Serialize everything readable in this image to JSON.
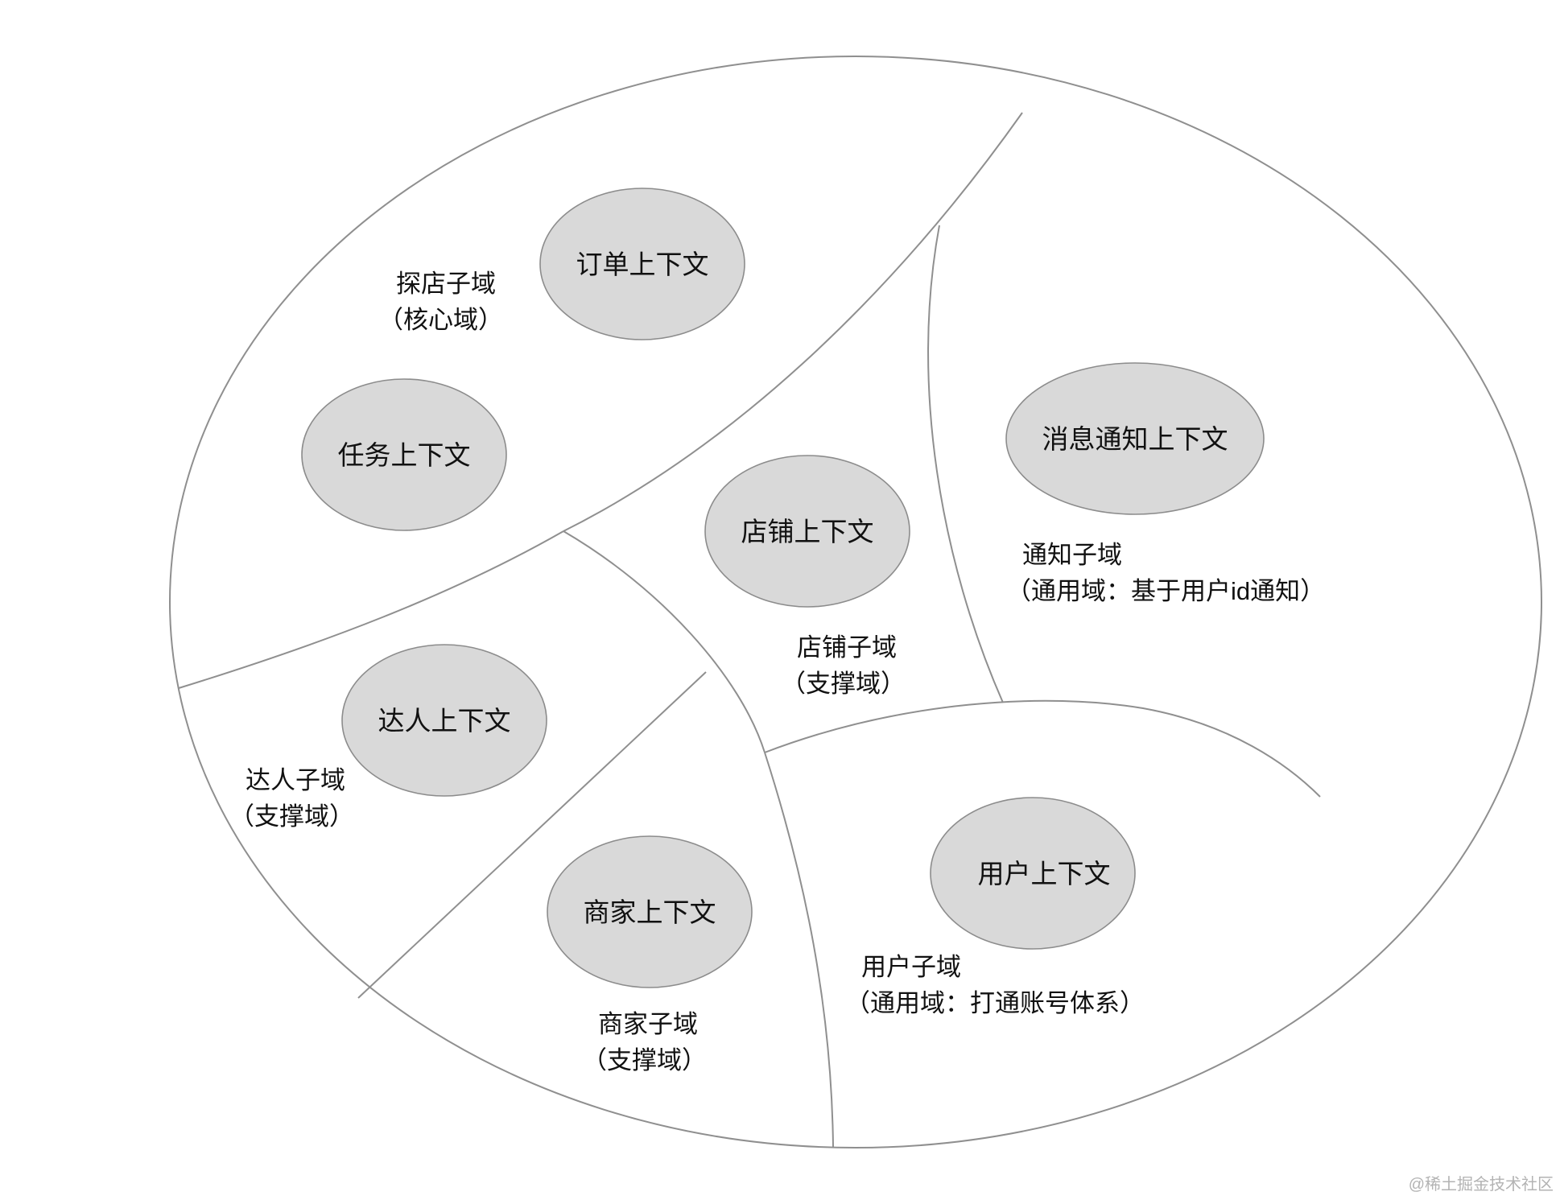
{
  "diagram": {
    "contexts": {
      "order": "订单上下文",
      "task": "任务上下文",
      "shop": "店铺上下文",
      "message": "消息通知上下文",
      "influencer": "达人上下文",
      "merchant": "商家上下文",
      "user": "用户上下文"
    },
    "domains": {
      "tandian": {
        "name": "探店子域",
        "type": "（核心域）"
      },
      "notify": {
        "name": "通知子域",
        "type": "（通用域：基于用户id通知）"
      },
      "shop": {
        "name": "店铺子域",
        "type": "（支撑域）"
      },
      "influencer": {
        "name": "达人子域",
        "type": "（支撑域）"
      },
      "merchant": {
        "name": "商家子域",
        "type": "（支撑域）"
      },
      "user": {
        "name": "用户子域",
        "type": "（通用域：打通账号体系）"
      }
    }
  },
  "watermark": "@稀土掘金技术社区",
  "colors": {
    "ellipse_fill": "#d9d9d9",
    "ellipse_stroke": "#8c8c8c",
    "boundary_stroke": "#8f8f8f"
  }
}
